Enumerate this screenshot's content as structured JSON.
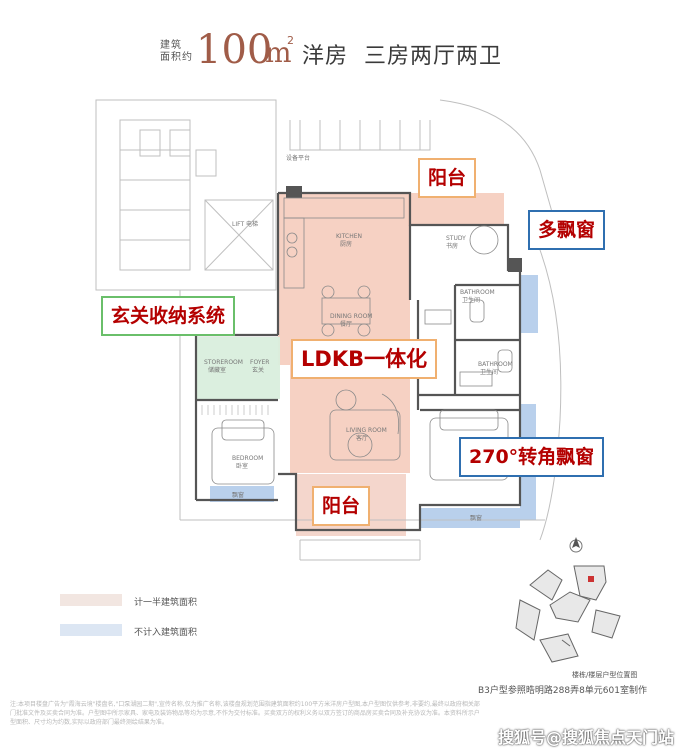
{
  "header": {
    "subtitle": "建筑\n面积约",
    "area_number": "100",
    "area_unit": "m",
    "area_sup": "2",
    "title": "洋房  三房两厅两卫"
  },
  "callouts": {
    "balcony_top": "阳台",
    "bay_window": "多飘窗",
    "entry_storage": "玄关收纳系统",
    "ldkb": "LDKB一体化",
    "corner_bay": "270°转角飘窗",
    "balcony_bottom": "阳台"
  },
  "rooms": {
    "equipment": "设备平台",
    "kitchen_en": "KITCHEN",
    "kitchen": "厨房",
    "dining_en": "DINING ROOM",
    "dining": "餐厅",
    "living_en": "LIVING ROOM",
    "living": "客厅",
    "study_en": "STUDY",
    "study": "书房",
    "bath1_en": "BATHROOM",
    "bath1": "卫生间",
    "bath2_en": "BATHROOM",
    "bath2": "卫生间",
    "storeroom_en": "STOREROOM",
    "storeroom": "储藏室",
    "foyer_en": "FOYER",
    "foyer": "玄关",
    "bedroom_en": "BEDROOM",
    "bedroom": "卧室",
    "lift": "LIFT\n电梯",
    "bay_small": "飘窗",
    "bay_large": "飘窗"
  },
  "legend": {
    "half_area": "计一半建筑面积",
    "excluded_area": "不计入建筑面积",
    "half_color": "#f2e6e1",
    "excluded_color": "#dce6f3"
  },
  "site_caption": "楼栋/楼层户型位置图",
  "footnote": "B3户型参照晧明路288弄8单元601室制作",
  "fine_print": "注:本项目楼盘广告为\"霞海云境\"楼盘名,\"口泵湖园二期\",宣传名称,仅为推广名称,该楼盘规划范围指建筑面积约100平方米洋房户型图,本户型图仅供参考,非要约,最终以政府相关部门批准文件及买卖合同为准。户型图中所示家具、家电及装饰物品等均为示意,不作为交付标准。买卖双方的权利义务以双方签订的商品房买卖合同及补充协议为准。本资料所示户型面积、尺寸均为约数,实际以政府部门最终测绘结果为准。",
  "watermark": "搜狐号@搜狐焦点天门站"
}
